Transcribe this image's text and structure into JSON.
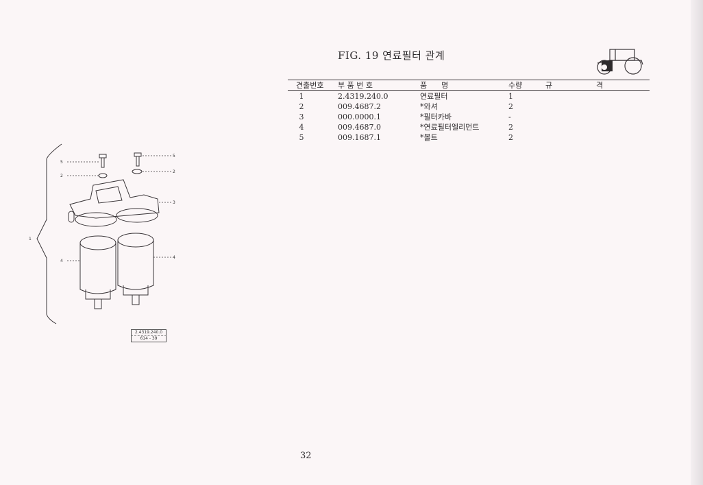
{
  "title": "FIG. 19 연료필터 관계",
  "table": {
    "headers": [
      "견출번호",
      "부 품 번 호",
      "품      명",
      "수량",
      "규",
      "격"
    ],
    "rows": [
      {
        "ref": "1",
        "part_no": "2.4319.240.0",
        "name": "연료필터",
        "qty": "1"
      },
      {
        "ref": "2",
        "part_no": "009.4687.2",
        "name": "*와셔",
        "qty": "2"
      },
      {
        "ref": "3",
        "part_no": "000.0000.1",
        "name": "*필터카바",
        "qty": "-"
      },
      {
        "ref": "4",
        "part_no": "009.4687.0",
        "name": "*연료필터엘리먼트",
        "qty": "2"
      },
      {
        "ref": "5",
        "part_no": "009.1687.1",
        "name": "*볼트",
        "qty": "2"
      }
    ]
  },
  "figure": {
    "callouts": [
      "5",
      "2",
      "5",
      "2",
      "3",
      "1",
      "4",
      "4"
    ],
    "caption_line1": "2.4319.240.0",
    "caption_line2": "614 - 39"
  },
  "page_number": "32"
}
